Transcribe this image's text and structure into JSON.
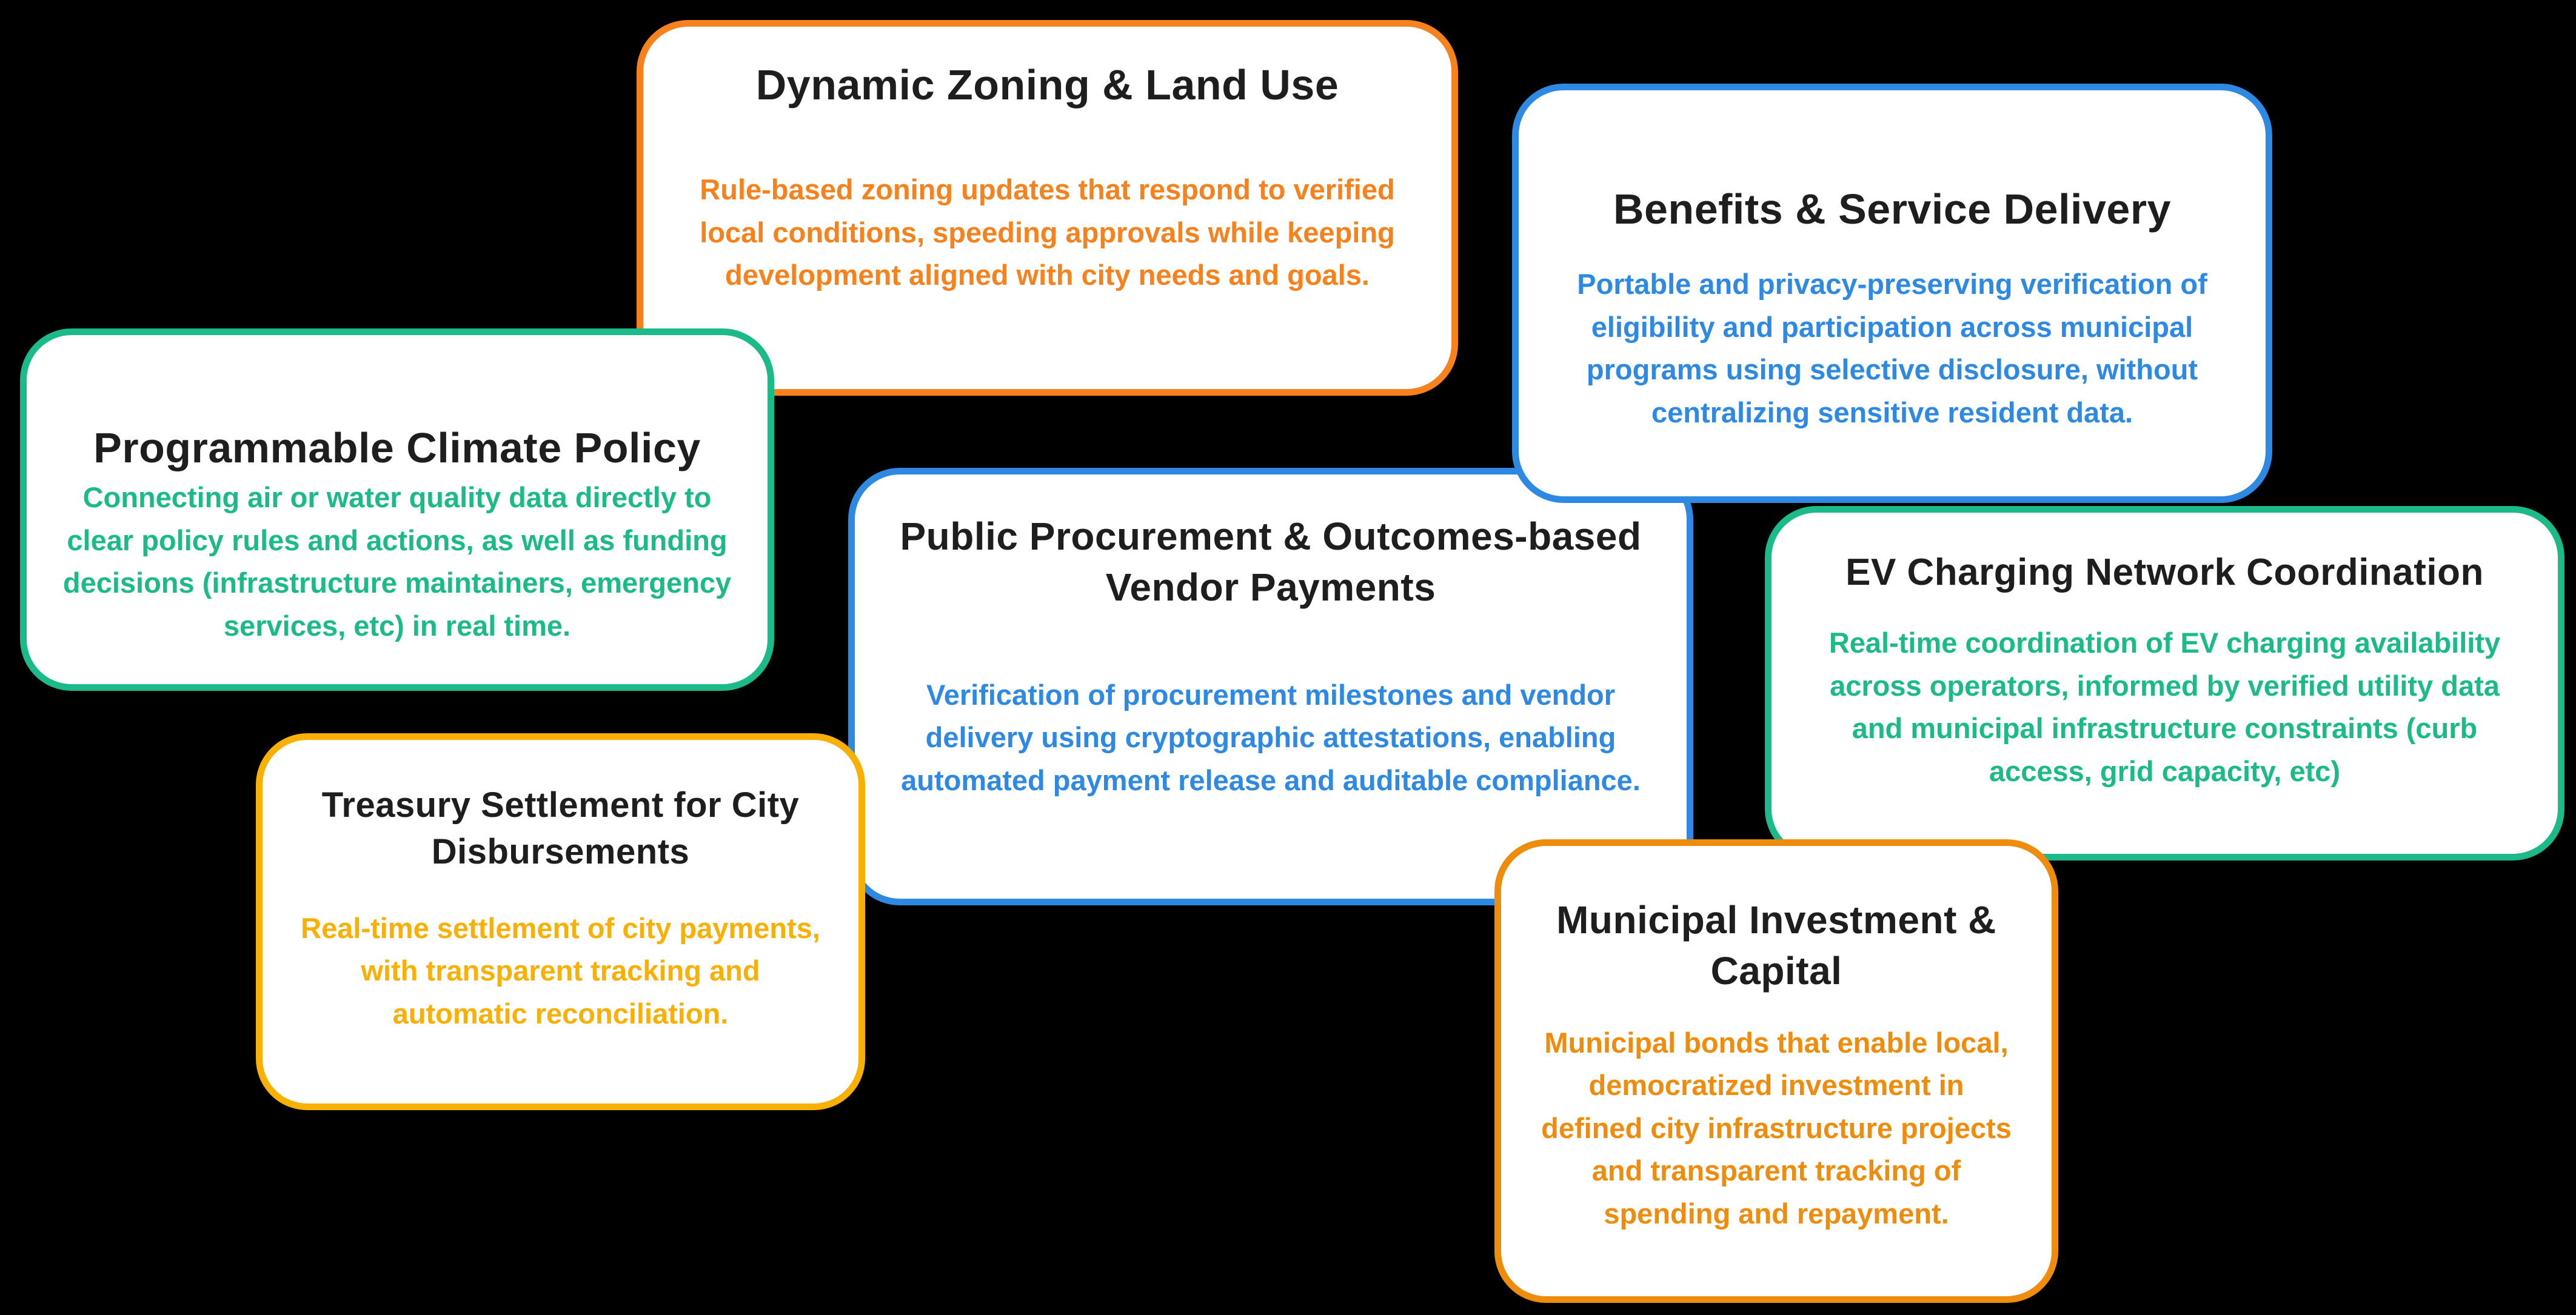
{
  "canvas": {
    "background_color": "#000000",
    "card_background_color": "#ffffff",
    "title_color": "#1e1e1e"
  },
  "cards": [
    {
      "id": "dynamic-zoning-land-use",
      "title": "Dynamic Zoning & Land Use",
      "description": "Rule-based zoning updates that respond to verified local conditions, speeding approvals while keeping development aligned with city needs and goals.",
      "accent": "#F5821D"
    },
    {
      "id": "benefits-service-delivery",
      "title": "Benefits & Service Delivery",
      "description": "Portable and privacy-preserving verification of eligibility and participation across municipal programs using selective disclosure, without centralizing sensitive resident data.",
      "accent": "#2E89E2"
    },
    {
      "id": "programmable-climate-policy",
      "title": "Programmable Climate Policy",
      "description": "Connecting air or water quality data directly to clear policy rules and actions, as well as funding decisions (infrastructure maintainers, emergency services, etc) in real time.",
      "accent": "#1CB989"
    },
    {
      "id": "public-procurement-vendor-payments",
      "title": "Public Procurement & Outcomes-based\nVendor Payments",
      "description": "Verification of procurement milestones and vendor delivery using cryptographic attestations, enabling automated payment release and auditable compliance.",
      "accent": "#2E89E2"
    },
    {
      "id": "ev-charging-network-coordination",
      "title": "EV Charging Network Coordination",
      "description": "Real-time coordination of EV charging availability across operators, informed by verified utility data and municipal infrastructure constraints (curb access, grid capacity, etc)",
      "accent": "#1CB989"
    },
    {
      "id": "treasury-settlement-city-disbursements",
      "title": "Treasury Settlement for City\nDisbursements",
      "description": "Real-time settlement of city payments, with transparent tracking and automatic reconciliation.",
      "accent": "#F9B005"
    },
    {
      "id": "municipal-investment-capital",
      "title": "Municipal Investment &\nCapital",
      "description": "Municipal bonds that enable local, democratized investment in defined city infrastructure projects and transparent tracking of spending and repayment.",
      "accent": "#EE8D0D"
    }
  ]
}
